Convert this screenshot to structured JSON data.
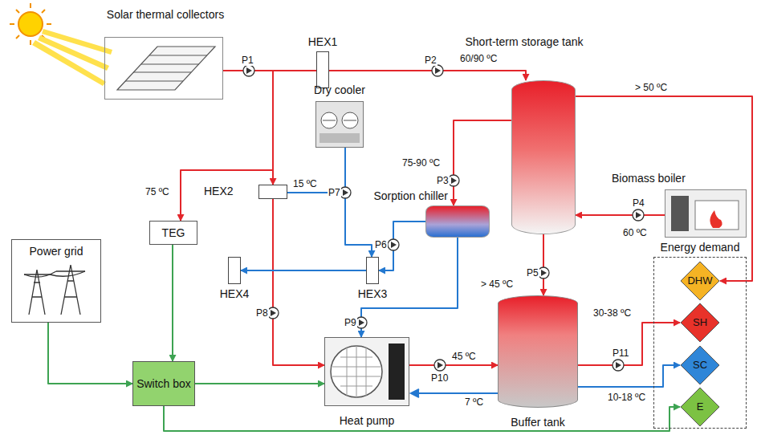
{
  "diagram": {
    "nodes": [
      {
        "text": [
          "Solar thermal collectors"
        ]
      },
      {
        "text": [
          "HEX1"
        ]
      },
      {
        "text": [
          "Dry cooler"
        ]
      },
      {
        "text": [
          "Short-term storage tank"
        ]
      },
      {
        "text": [
          "Sorption chiller"
        ]
      },
      {
        "text": [
          "Biomass boiler"
        ]
      },
      {
        "text": [
          "HEX2"
        ]
      },
      {
        "text": [
          "TEG"
        ]
      },
      {
        "text": [
          "HEX3"
        ]
      },
      {
        "text": [
          "HEX4"
        ]
      },
      {
        "text": [
          "Power grid"
        ]
      },
      {
        "text": [
          "Switch box"
        ]
      },
      {
        "text": [
          "Heat pump"
        ]
      },
      {
        "text": [
          "Buffer tank"
        ]
      },
      {
        "text": [
          "Energy demand"
        ]
      },
      {
        "text": [
          "DHW"
        ],
        "in": 14
      },
      {
        "text": [
          "SH"
        ],
        "in": 14
      },
      {
        "text": [
          "SC"
        ],
        "in": 14
      },
      {
        "text": [
          "E"
        ],
        "in": 14
      }
    ],
    "edges": [
      {
        "from": 0,
        "to": 1,
        "arrow": "none"
      },
      {
        "from": 1,
        "to": 3,
        "label": "60/90 ºC",
        "arrow": "to"
      },
      {
        "from": 0,
        "to": 7,
        "label": "75 ºC",
        "arrow": "to"
      },
      {
        "from": 0,
        "to": 6,
        "arrow": "to"
      },
      {
        "from": 6,
        "to": 12,
        "arrow": "to"
      },
      {
        "from": 2,
        "to": 8,
        "arrow": "to"
      },
      {
        "from": 8,
        "to": 9,
        "arrow": "to"
      },
      {
        "from": 4,
        "to": 8,
        "arrow": "to"
      },
      {
        "from": 3,
        "to": 4,
        "label": "75-90 ºC",
        "arrow": "to"
      },
      {
        "from": 5,
        "to": 3,
        "label": "60 ºC",
        "arrow": "to"
      },
      {
        "from": 3,
        "to": 15,
        "label": "> 50 ºC",
        "arrow": "to"
      },
      {
        "from": 3,
        "to": 13,
        "label": "> 45 ºC",
        "arrow": "to"
      },
      {
        "from": 12,
        "to": 13,
        "label": "45 ºC",
        "arrow": "to"
      },
      {
        "from": 13,
        "to": 16,
        "label": "30-38 ºC",
        "arrow": "to"
      },
      {
        "from": 13,
        "to": 17,
        "label": "10-18 ºC",
        "arrow": "to"
      },
      {
        "from": 10,
        "to": 11,
        "arrow": "to"
      },
      {
        "from": 7,
        "to": 11,
        "arrow": "to"
      },
      {
        "from": 11,
        "to": 12,
        "arrow": "to"
      },
      {
        "from": 11,
        "to": 18,
        "arrow": "to"
      },
      {
        "from": 4,
        "to": 12,
        "arrow": "to"
      }
    ],
    "labels": [
      "P1",
      "P2",
      "P3",
      "P4",
      "P5",
      "P6",
      "P7",
      "P8",
      "P9",
      "P10",
      "P11",
      "15 ºC",
      "7 ºC"
    ]
  }
}
